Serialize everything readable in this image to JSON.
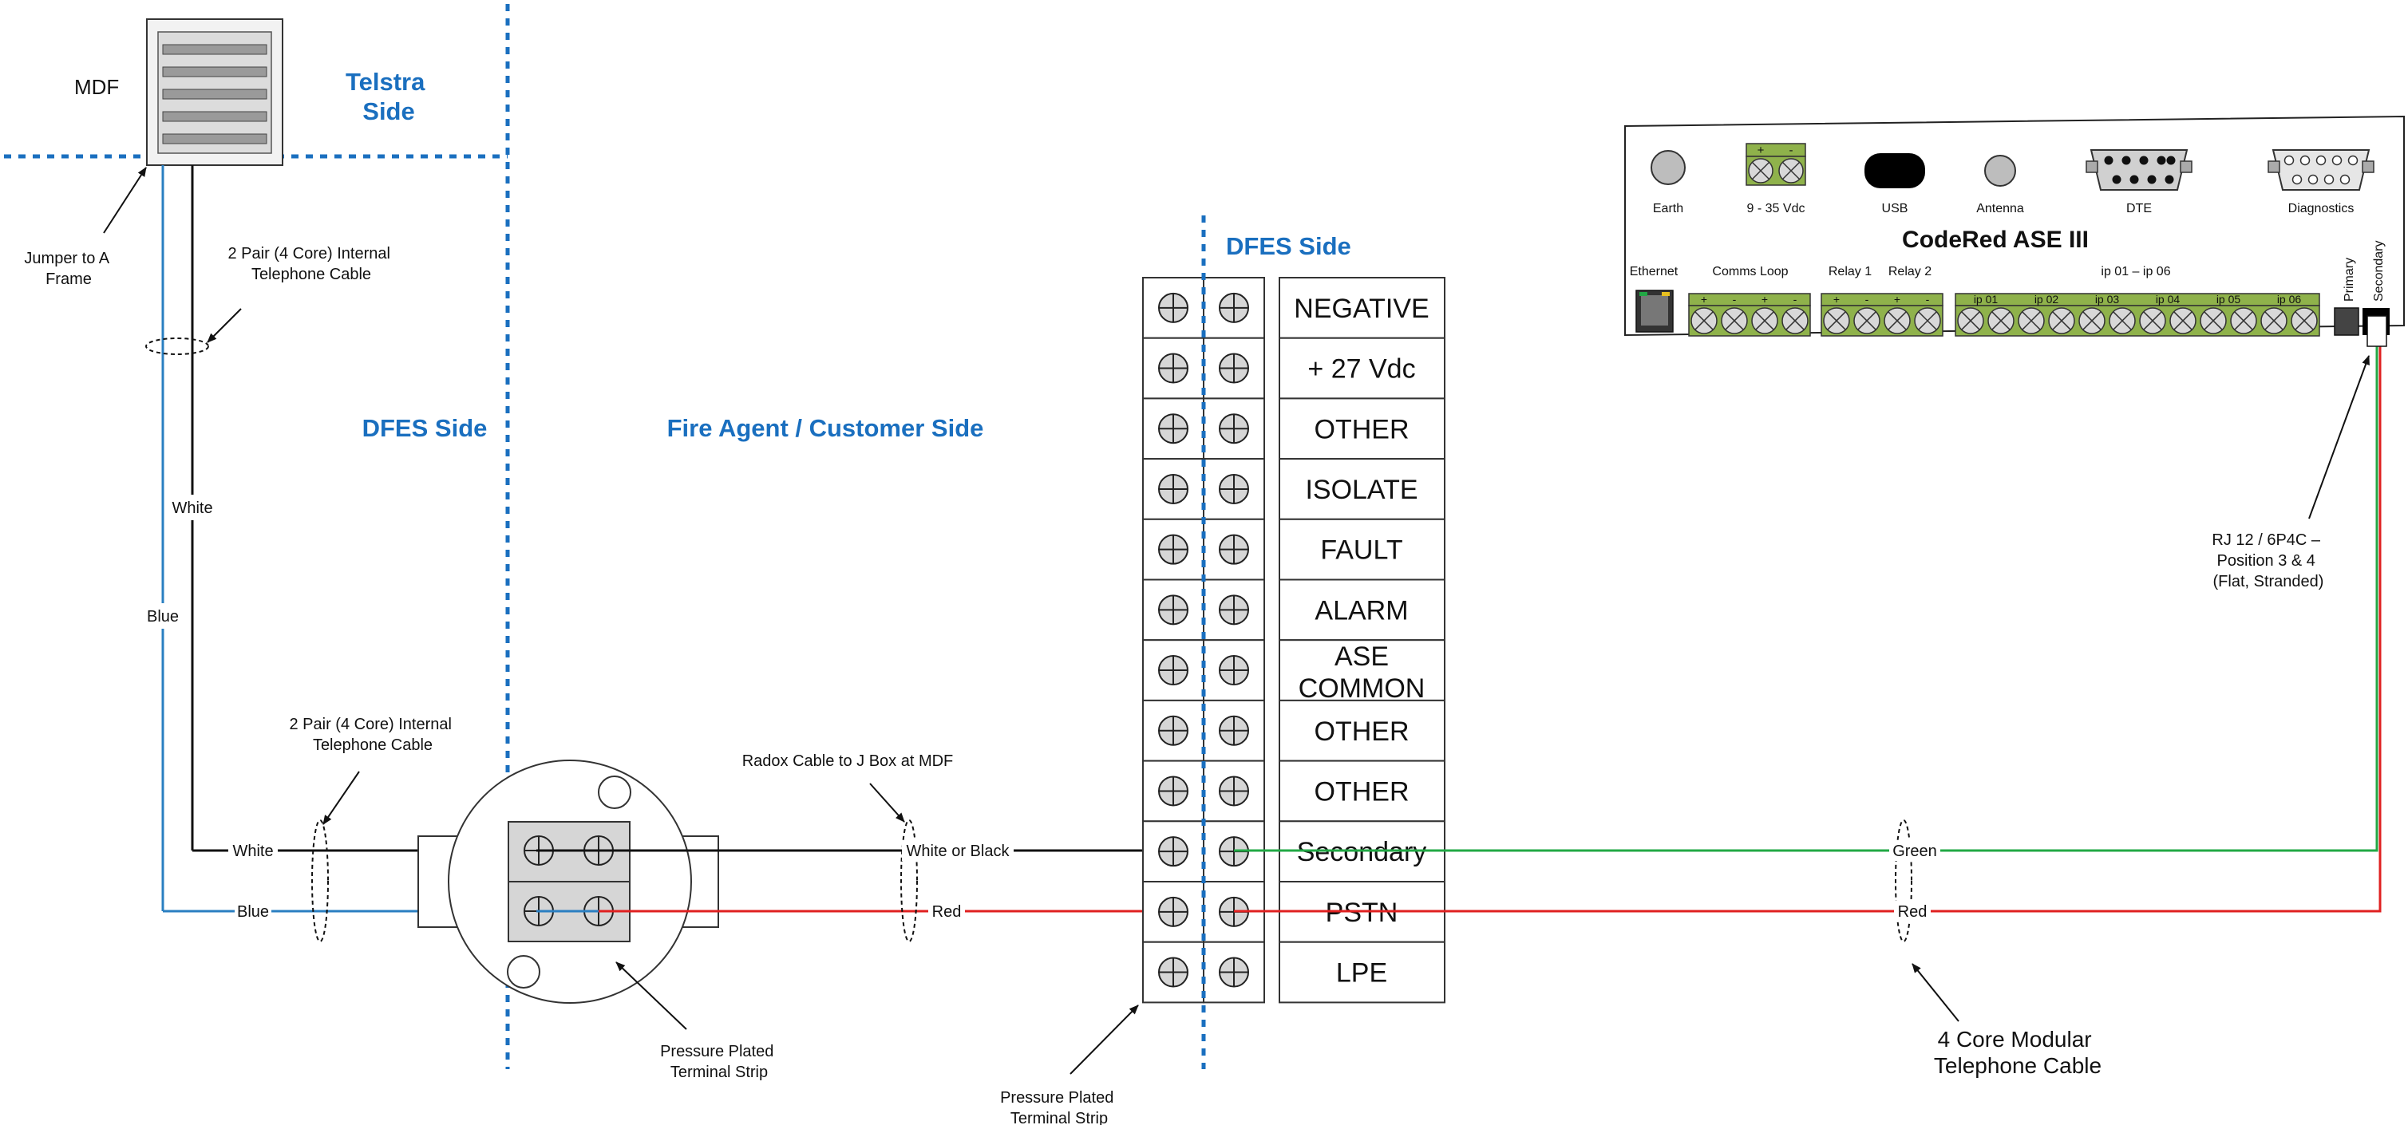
{
  "colors": {
    "section": "#1a6fbf",
    "white_wire": "#111111",
    "blue_wire": "#2a7fc1",
    "red_wire": "#e02020",
    "green_wire": "#22a845",
    "terminal_green": "#8fb24b"
  },
  "zones": {
    "telstra": [
      "Telstra",
      "Side"
    ],
    "dfes_left": "DFES Side",
    "fire_agent": "Fire Agent / Customer  Side",
    "dfes_top": "DFES  Side"
  },
  "mdf": {
    "label": "MDF",
    "jumper": [
      "Jumper to A",
      "Frame"
    ]
  },
  "cables": {
    "top": [
      "2 Pair (4 Core) Internal",
      "Telephone Cable"
    ],
    "bottom": [
      "2 Pair (4 Core) Internal",
      "Telephone Cable"
    ],
    "radox": "Radox  Cable to J Box at MDF",
    "modular": [
      "4 Core Modular",
      "Telephone Cable"
    ],
    "rj12": [
      "RJ 12 / 6P4C –",
      "Position 3 & 4",
      "(Flat, Stranded)"
    ]
  },
  "wires": {
    "white_vertical": "White",
    "blue_vertical": "Blue",
    "white_left": "White",
    "blue_left": "Blue",
    "white_or_black": "White or Black",
    "red_mid": "Red",
    "green_right": "Green",
    "red_right": "Red"
  },
  "strip_labels": {
    "pressure_left": [
      "Pressure Plated",
      "Terminal Strip"
    ],
    "pressure_bottom": [
      "Pressure Plated",
      "Terminal Strip"
    ]
  },
  "terminals": [
    [
      "NEGATIVE"
    ],
    [
      "+ 27 Vdc"
    ],
    [
      "OTHER"
    ],
    [
      "ISOLATE"
    ],
    [
      "FAULT"
    ],
    [
      "ALARM"
    ],
    [
      "ASE",
      "COMMON"
    ],
    [
      "OTHER"
    ],
    [
      "OTHER"
    ],
    [
      "Secondary"
    ],
    [
      "PSTN"
    ],
    [
      "LPE"
    ]
  ],
  "device": {
    "title": "CodeRed ASE III",
    "top_labels": [
      "Earth",
      "9 - 35 Vdc",
      "USB",
      "Antenna",
      "DTE",
      "Diagnostics"
    ],
    "ethernet": "Ethernet",
    "comms_loop": "Comms Loop",
    "relay1": "Relay 1",
    "relay2": "Relay 2",
    "ip_range": "ip 01 – ip 06",
    "ip_labels": [
      "ip 01",
      "ip 02",
      "ip 03",
      "ip 04",
      "ip 05",
      "ip 06"
    ],
    "primary": "Primary",
    "secondary": "Secondary",
    "plus": "+",
    "minus": "-"
  }
}
